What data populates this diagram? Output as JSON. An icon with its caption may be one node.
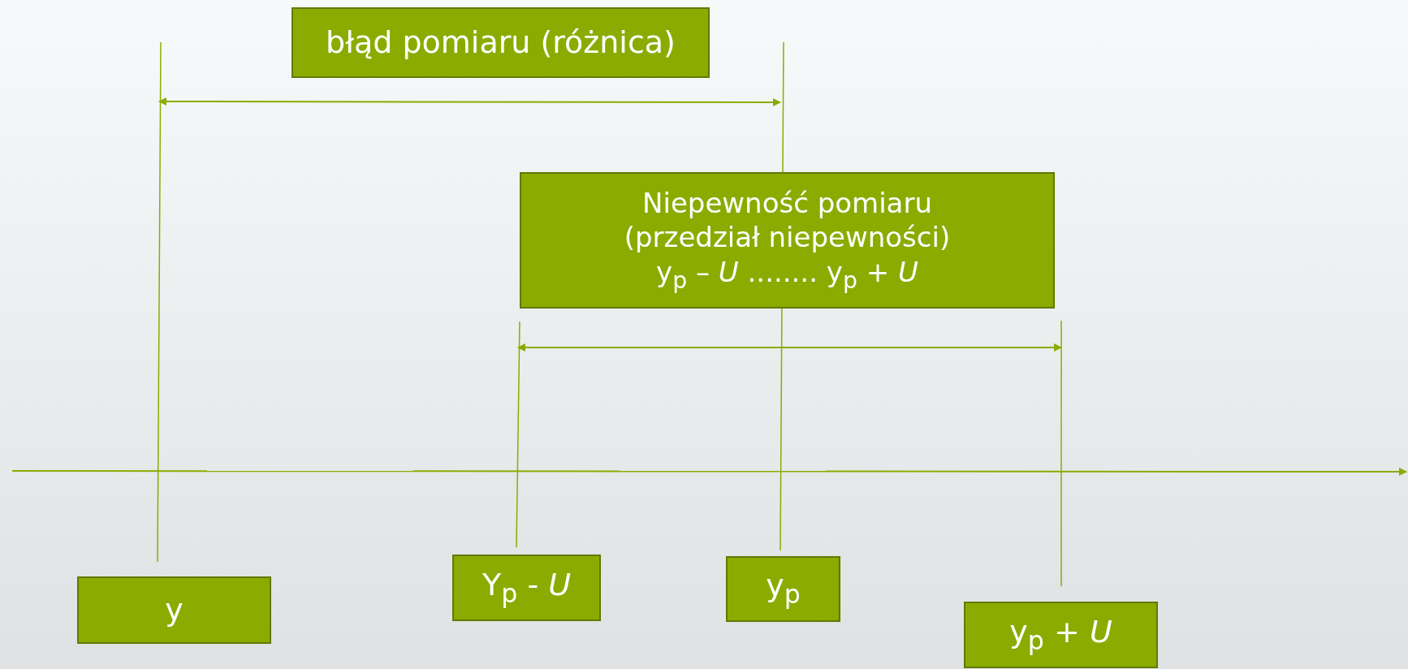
{
  "diagram": {
    "nodes": [
      {
        "text": [
          "błąd pomiaru (różnica)"
        ]
      },
      {
        "text": [
          "Niepewność pomiaru (przedział niepewności) y$_{p}$ – *U* ........ y$_{p}$ + *U*"
        ]
      },
      {
        "text": [
          "y"
        ]
      },
      {
        "text": [
          "Y$_{p}$ - *U*"
        ]
      },
      {
        "text": [
          "y$_{p}$"
        ]
      },
      {
        "text": [
          "y$_{p}$ + *U*"
        ]
      }
    ]
  }
}
